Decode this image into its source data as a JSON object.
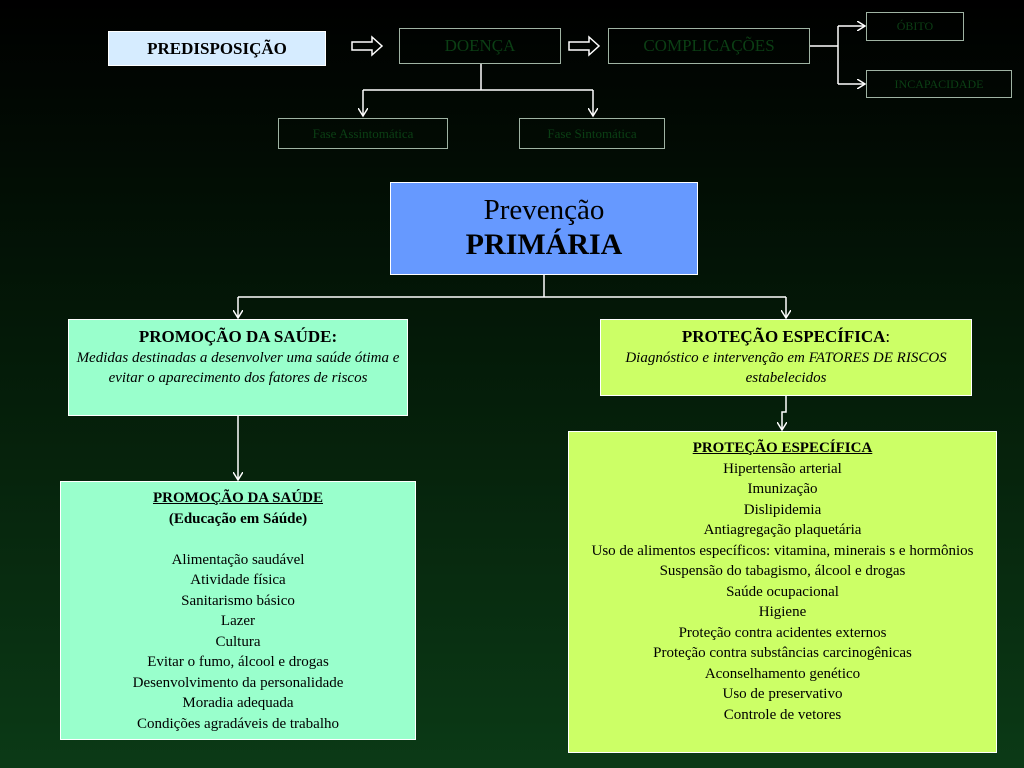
{
  "top_flow": {
    "predisposicao": "PREDISPOSIÇÃO",
    "doenca": "DOENÇA",
    "complicacoes": "COMPLICAÇÕES",
    "obito": "ÓBITO",
    "incapacidade": "INCAPACIDADE",
    "fase_assintomatica": "Fase Assintomática",
    "fase_sintomatica": "Fase Sintomática"
  },
  "prevencao": {
    "line1": "Prevenção",
    "line2": "PRIMÁRIA"
  },
  "promocao_header": {
    "title": "PROMOÇÃO DA SAÚDE:",
    "description": "Medidas destinadas a desenvolver uma saúde ótima e evitar o aparecimento dos fatores de riscos"
  },
  "protecao_header": {
    "title": "PROTEÇÃO ESPECÍFICA",
    "colon": ":",
    "description": "Diagnóstico e intervenção em FATORES DE RISCOS estabelecidos"
  },
  "promocao_list": {
    "title": "PROMOÇÃO DA SAÚDE",
    "subtitle": "(Educação em Sáúde)",
    "items": [
      "Alimentação saudável",
      "Atividade física",
      "Sanitarismo básico",
      "Lazer",
      "Cultura",
      "Evitar o fumo, álcool e drogas",
      "Desenvolvimento da personalidade",
      "Moradia adequada",
      "Condições agradáveis de trabalho"
    ]
  },
  "protecao_list": {
    "title": "PROTEÇÃO ESPECÍFICA",
    "items": [
      "Hipertensão arterial",
      "Imunização",
      "Dislipidemia",
      "Antiagregação plaquetária",
      "Uso de alimentos específicos: vitamina, minerais s e hormônios",
      "Suspensão do tabagismo, álcool e drogas",
      "Saúde ocupacional",
      "Higiene",
      "Proteção contra acidentes externos",
      "Proteção contra substâncias carcinogênicas",
      "Aconselhamento genético",
      "Uso de preservativo",
      "Controle de vetores"
    ]
  },
  "colors": {
    "predisposicao_bg": "#d6ecff",
    "prevencao_bg": "#6699ff",
    "promocao_bg": "#99ffcc",
    "protecao_bg": "#ccff66",
    "connector": "#ffffff"
  }
}
